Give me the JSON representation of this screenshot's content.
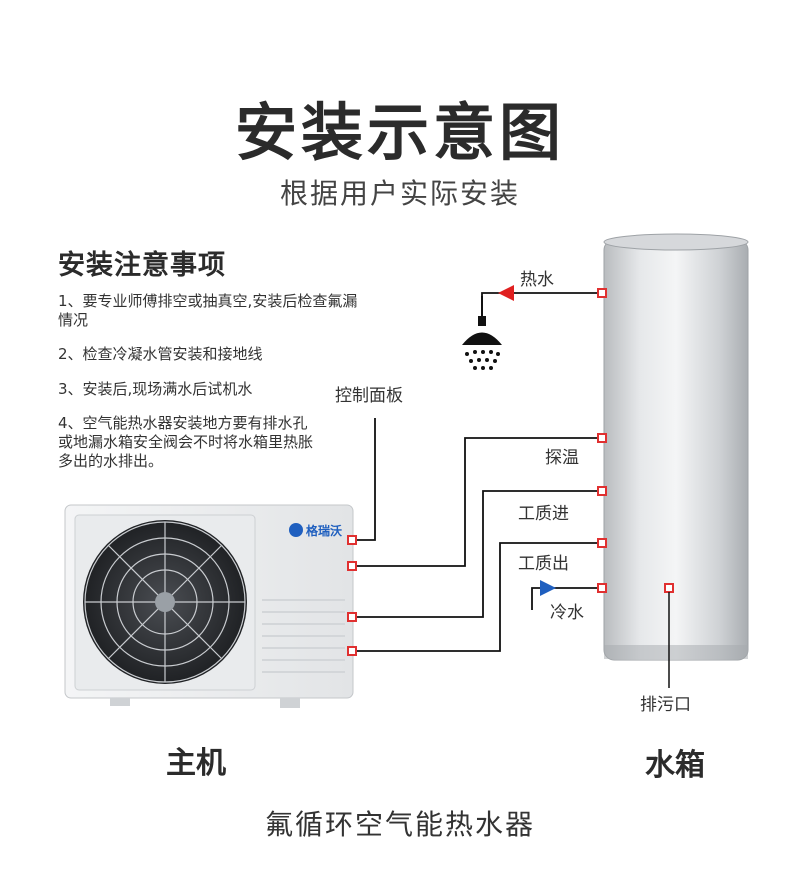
{
  "title": "安装示意图",
  "subtitle": "根据用户实际安装",
  "notes": {
    "heading": "安装注意事项",
    "items": [
      "1、要专业师傅排空或抽真空,安装后检查氟漏情况",
      "2、检查冷凝水管安装和接地线",
      "3、安装后,现场满水后试机水",
      "4、空气能热水器安装地方要有排水孔或地漏水箱安全阀会不时将水箱里热胀多出的水排出。"
    ]
  },
  "labels": {
    "control_panel": "控制面板",
    "hot_water": "热水",
    "temp_probe": "探温",
    "refrigerant_in": "工质进",
    "refrigerant_out": "工质出",
    "cold_water": "冷水",
    "drain": "排污口"
  },
  "captions": {
    "main_unit": "主机",
    "water_tank": "水箱"
  },
  "brand_logo_text": "格瑞沃",
  "bottom_title": "氟循环空气能热水器",
  "colors": {
    "hot_arrow": "#e02020",
    "cold_arrow": "#1f5fbf",
    "connector": "#e03030",
    "pipe": "#111111"
  }
}
